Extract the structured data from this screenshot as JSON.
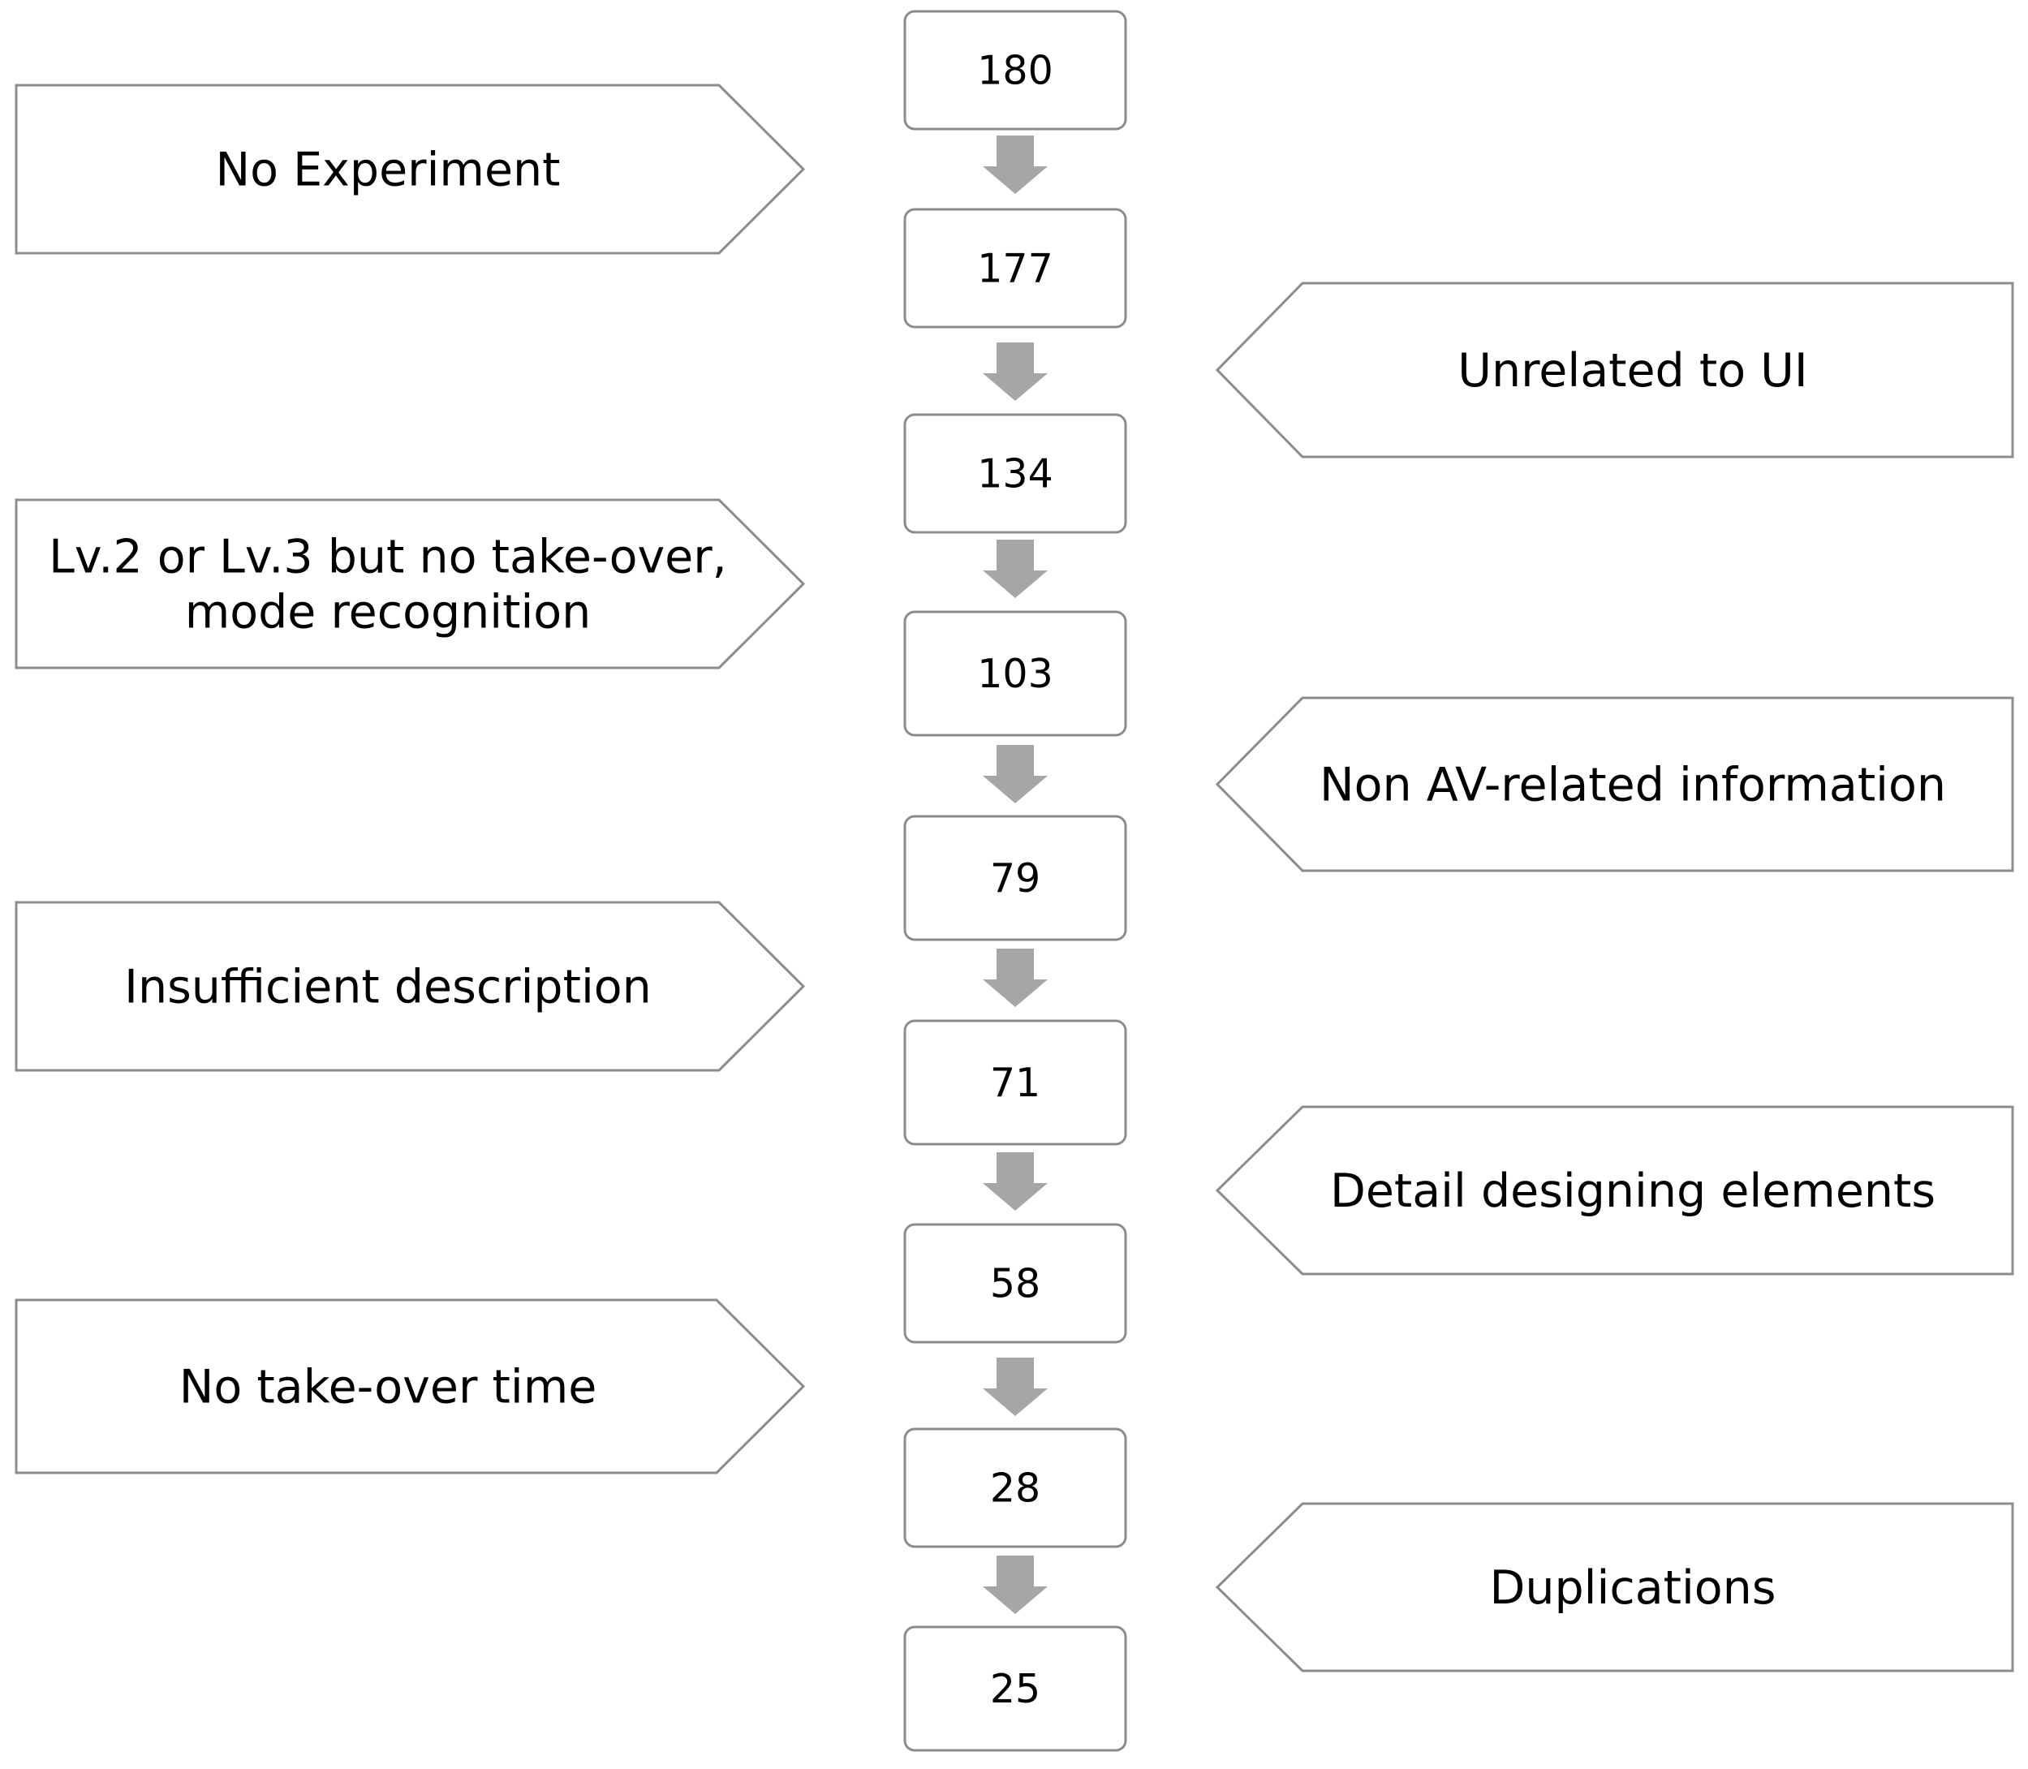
{
  "counts": [
    "180",
    "177",
    "134",
    "103",
    "79",
    "71",
    "58",
    "28",
    "25"
  ],
  "exclusions_left": [
    {
      "lines": [
        "No Experiment"
      ]
    },
    {
      "lines": [
        "Lv.2 or Lv.3 but no take-over,",
        "mode recognition"
      ]
    },
    {
      "lines": [
        "Insufficient description"
      ]
    },
    {
      "lines": [
        "No take-over time"
      ]
    }
  ],
  "exclusions_right": [
    {
      "lines": [
        "Unrelated to UI"
      ]
    },
    {
      "lines": [
        "Non AV-related information"
      ]
    },
    {
      "lines": [
        "Detail designing elements"
      ]
    },
    {
      "lines": [
        "Duplications"
      ]
    }
  ],
  "colors": {
    "box_stroke": "#8c8c8c",
    "arrow_fill": "#a6a6a6",
    "text": "#000000"
  }
}
